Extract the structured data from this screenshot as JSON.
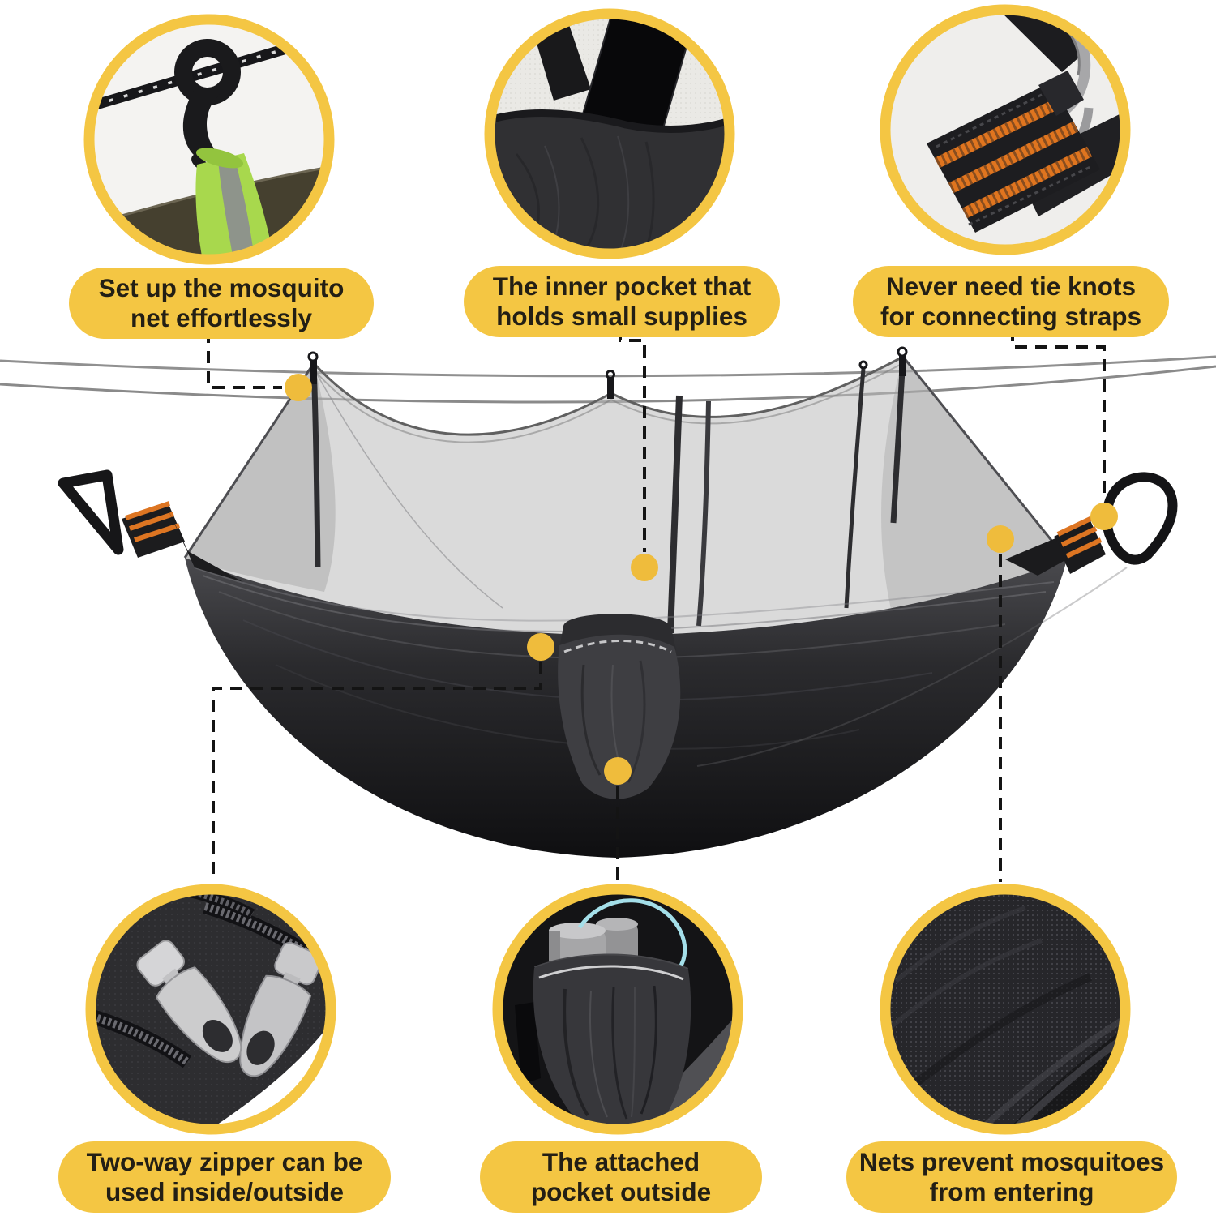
{
  "colors": {
    "accent_yellow": "#F4C643",
    "callout_dot_yellow": "#EFBC3C",
    "label_text": "#231F15",
    "dashed_line": "#141414",
    "rope_gray": "#8F8F8F",
    "hammock_dark": "#1A1A1D",
    "net_gray": "#BCBCBC",
    "strap_orange": "#E0751F",
    "strap_green": "#A8D84D",
    "reflective_stripe_gray": "#8E948B",
    "cord_cyan": "#A4DFE9",
    "zipper_silver": "#CCCCCD"
  },
  "features": [
    {
      "id": "setup-net",
      "icon": "cord-lock-and-green-strap-photo",
      "label_line1": "Set up the mosquito",
      "label_line2": "net effortlessly"
    },
    {
      "id": "inner-pocket",
      "icon": "inner-pocket-with-phone-photo",
      "label_line1": "The inner pocket that",
      "label_line2": "holds small supplies"
    },
    {
      "id": "strap-connection",
      "icon": "carabiner-and-striped-strap-photo",
      "label_line1": "Never need tie  knots",
      "label_line2": "for connecting straps"
    },
    {
      "id": "two-way-zipper",
      "icon": "double-zipper-pulls-photo",
      "label_line1": "Two-way zipper can be",
      "label_line2": "used inside/outside"
    },
    {
      "id": "outside-pocket",
      "icon": "attached-pocket-with-bottle-photo",
      "label_line1": "The attached",
      "label_line2": "pocket outside"
    },
    {
      "id": "mosquito-mesh",
      "icon": "mesh-net-closeup-photo",
      "label_line1": "Nets prevent mosquitoes",
      "label_line2": "from entering"
    }
  ],
  "illustration": {
    "icon": "camping-hammock-with-mosquito-net",
    "callout_count": 6
  }
}
